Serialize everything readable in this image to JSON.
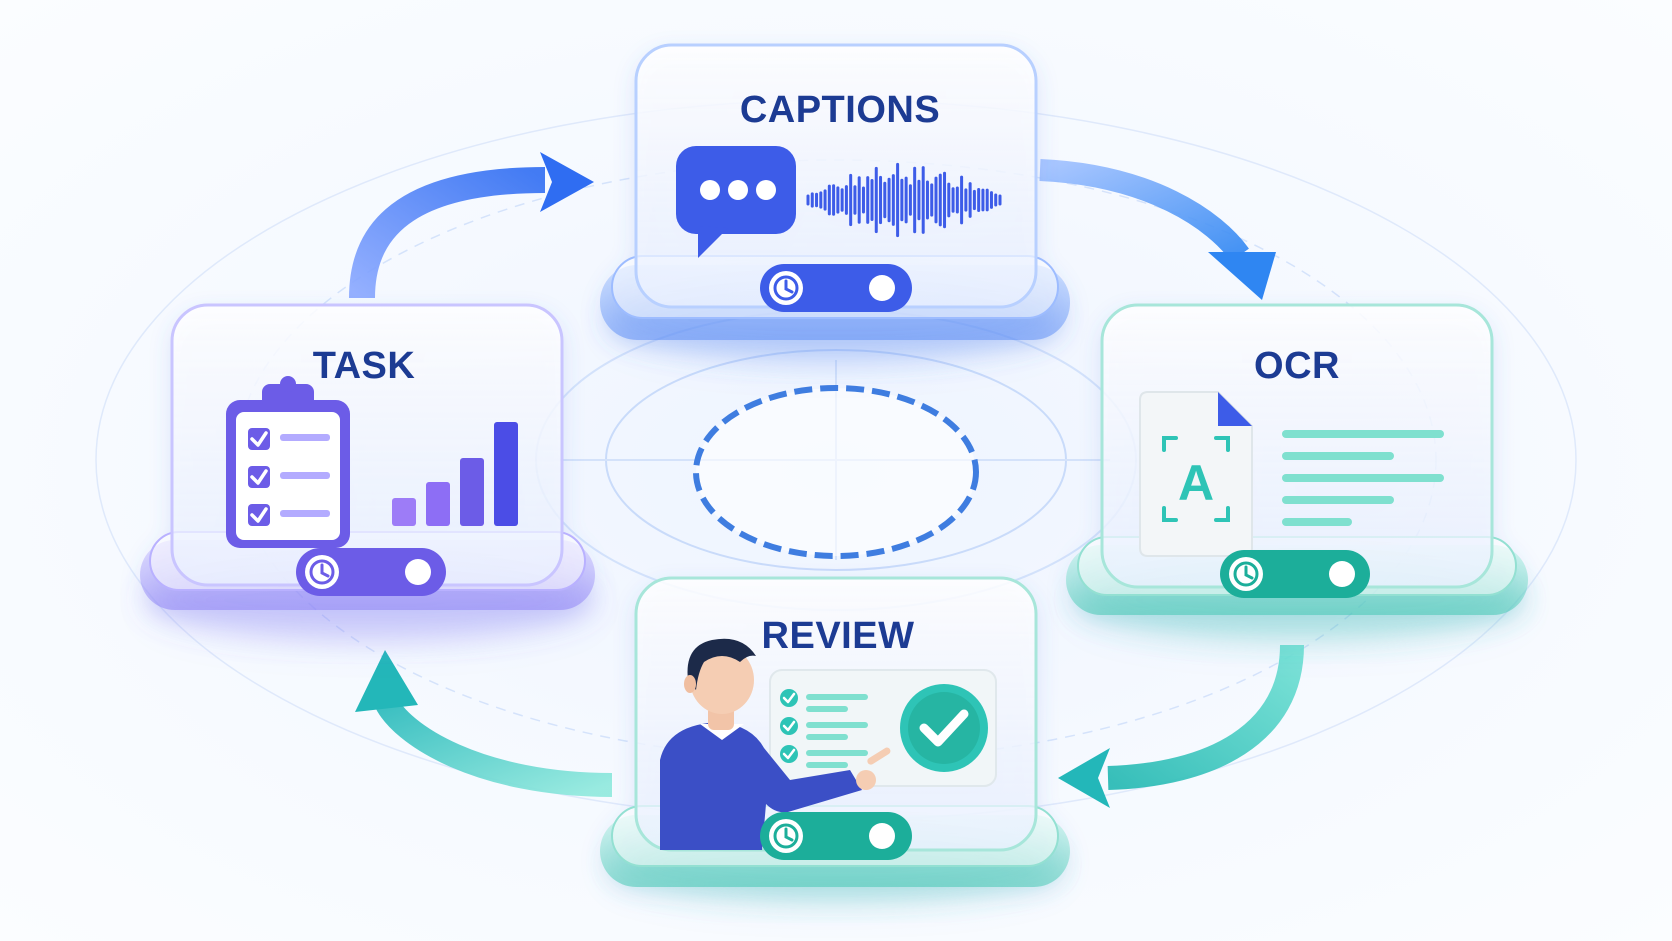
{
  "cards": [
    {
      "id": "task",
      "title": "TASK",
      "accent": "#6c5ce7",
      "accent_light": "#b8b0ff",
      "title_color": "#1f3a93"
    },
    {
      "id": "captions",
      "title": "CAPTIONS",
      "accent": "#3e5be8",
      "accent_light": "#8fb4ff",
      "title_color": "#1f3a93"
    },
    {
      "id": "ocr",
      "title": "OCR",
      "accent": "#1fae9a",
      "accent_light": "#8fe3d6",
      "title_color": "#1f3a93"
    },
    {
      "id": "review",
      "title": "REVIEW",
      "accent": "#1fae9a",
      "accent_light": "#8fe3d6",
      "title_color": "#1f3a93"
    }
  ],
  "icons": {
    "task": [
      "clipboard-checklist-icon",
      "bar-chart-icon",
      "clock-icon"
    ],
    "captions": [
      "chat-bubble-icon",
      "audio-waveform-icon",
      "clock-icon"
    ],
    "ocr": [
      "document-scan-icon",
      "text-lines-icon",
      "clock-icon"
    ],
    "review": [
      "reviewer-person-icon",
      "checklist-icon",
      "check-circle-icon",
      "clock-icon"
    ]
  },
  "ocr_letter": "A",
  "colors": {
    "flow_blue": "#4a7bf0",
    "flow_teal": "#2ec4b6",
    "ring": "#3f7de0"
  }
}
